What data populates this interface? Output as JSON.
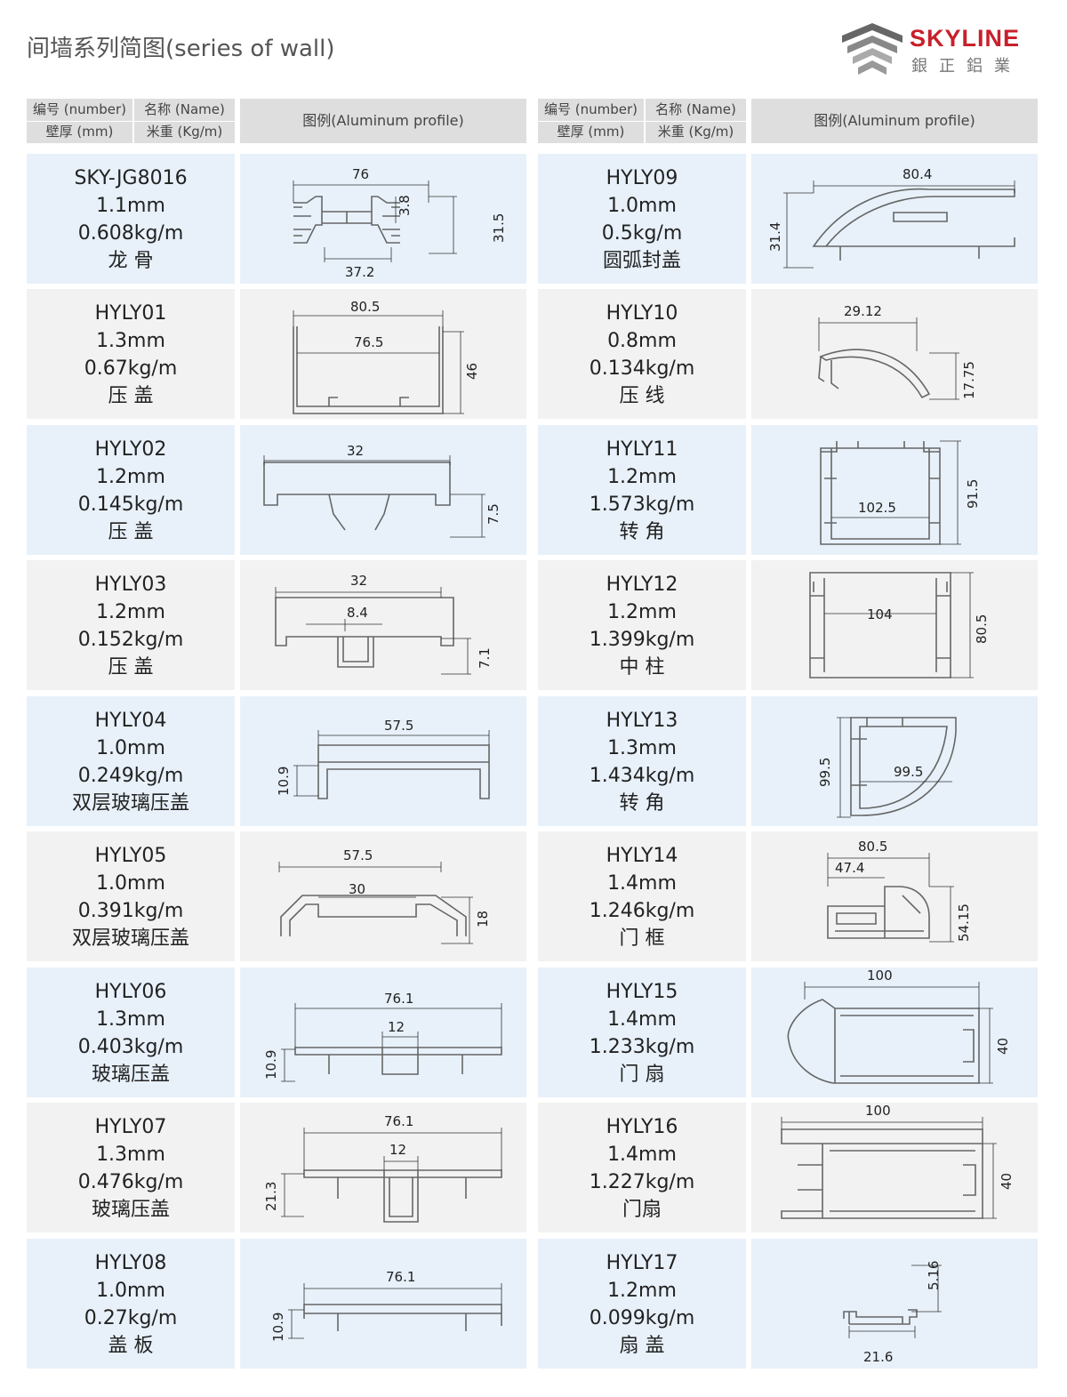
{
  "page": {
    "title": "间墙系列简图(series of wall)",
    "brand": "SKYLINE",
    "brand_cn": "銀正鋁業"
  },
  "header": {
    "number": "编号 (number)",
    "name": "名称 (Name)",
    "thickness": "壁厚 (mm)",
    "weight": "米重 (Kg/m)",
    "profile": "图例(Aluminum profile)"
  },
  "left_items": [
    {
      "code": "SKY-JG8016",
      "thickness": "1.1mm",
      "weight": "0.608kg/m",
      "name": "龙 骨",
      "dims": [
        "76",
        "3.8",
        "31.5",
        "37.2"
      ]
    },
    {
      "code": "HYLY01",
      "thickness": "1.3mm",
      "weight": "0.67kg/m",
      "name": "压 盖",
      "dims": [
        "80.5",
        "76.5",
        "46"
      ]
    },
    {
      "code": "HYLY02",
      "thickness": "1.2mm",
      "weight": "0.145kg/m",
      "name": "压 盖",
      "dims": [
        "32",
        "7.5"
      ]
    },
    {
      "code": "HYLY03",
      "thickness": "1.2mm",
      "weight": "0.152kg/m",
      "name": "压 盖",
      "dims": [
        "32",
        "8.4",
        "7.1"
      ]
    },
    {
      "code": "HYLY04",
      "thickness": "1.0mm",
      "weight": "0.249kg/m",
      "name": "双层玻璃压盖",
      "dims": [
        "57.5",
        "10.9"
      ]
    },
    {
      "code": "HYLY05",
      "thickness": "1.0mm",
      "weight": "0.391kg/m",
      "name": "双层玻璃压盖",
      "dims": [
        "57.5",
        "30",
        "18"
      ]
    },
    {
      "code": "HYLY06",
      "thickness": "1.3mm",
      "weight": "0.403kg/m",
      "name": "玻璃压盖",
      "dims": [
        "76.1",
        "12",
        "10.9"
      ]
    },
    {
      "code": "HYLY07",
      "thickness": "1.3mm",
      "weight": "0.476kg/m",
      "name": "玻璃压盖",
      "dims": [
        "76.1",
        "12",
        "21.3"
      ]
    },
    {
      "code": "HYLY08",
      "thickness": "1.0mm",
      "weight": "0.27kg/m",
      "name": "盖 板",
      "dims": [
        "76.1",
        "10.9"
      ]
    }
  ],
  "right_items": [
    {
      "code": "HYLY09",
      "thickness": "1.0mm",
      "weight": "0.5kg/m",
      "name": "圆弧封盖",
      "dims": [
        "80.4",
        "31.4"
      ]
    },
    {
      "code": "HYLY10",
      "thickness": "0.8mm",
      "weight": "0.134kg/m",
      "name": "压 线",
      "dims": [
        "29.12",
        "17.75"
      ]
    },
    {
      "code": "HYLY11",
      "thickness": "1.2mm",
      "weight": "1.573kg/m",
      "name": "转 角",
      "dims": [
        "102.5",
        "91.5"
      ]
    },
    {
      "code": "HYLY12",
      "thickness": "1.2mm",
      "weight": "1.399kg/m",
      "name": "中 柱",
      "dims": [
        "104",
        "80.5"
      ]
    },
    {
      "code": "HYLY13",
      "thickness": "1.3mm",
      "weight": "1.434kg/m",
      "name": "转 角",
      "dims": [
        "99.5",
        "99.5"
      ]
    },
    {
      "code": "HYLY14",
      "thickness": "1.4mm",
      "weight": "1.246kg/m",
      "name": "门 框",
      "dims": [
        "80.5",
        "47.4",
        "54.15"
      ]
    },
    {
      "code": "HYLY15",
      "thickness": "1.4mm",
      "weight": "1.233kg/m",
      "name": "门 扇",
      "dims": [
        "100",
        "40"
      ]
    },
    {
      "code": "HYLY16",
      "thickness": "1.4mm",
      "weight": "1.227kg/m",
      "name": "门扇",
      "dims": [
        "100",
        "40"
      ]
    },
    {
      "code": "HYLY17",
      "thickness": "1.2mm",
      "weight": "0.099kg/m",
      "name": "扇 盖",
      "dims": [
        "5.16",
        "21.6"
      ]
    }
  ]
}
